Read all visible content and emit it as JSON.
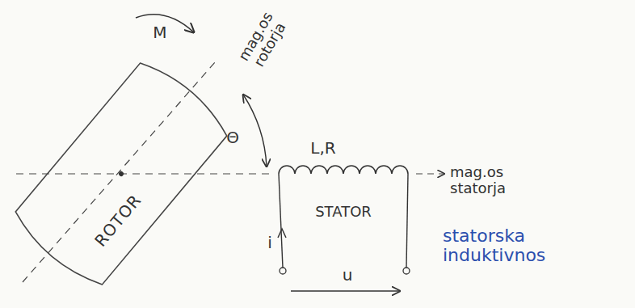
{
  "diagram": {
    "nodes": [
      {
        "text": [
          "ROTOR"
        ]
      }
    ],
    "labels": [
      "M",
      "mag.os rotorja",
      "Θ",
      "L,R",
      "STATOR",
      "i",
      "u",
      "mag.os statorja",
      "statorska induktivnos"
    ]
  }
}
